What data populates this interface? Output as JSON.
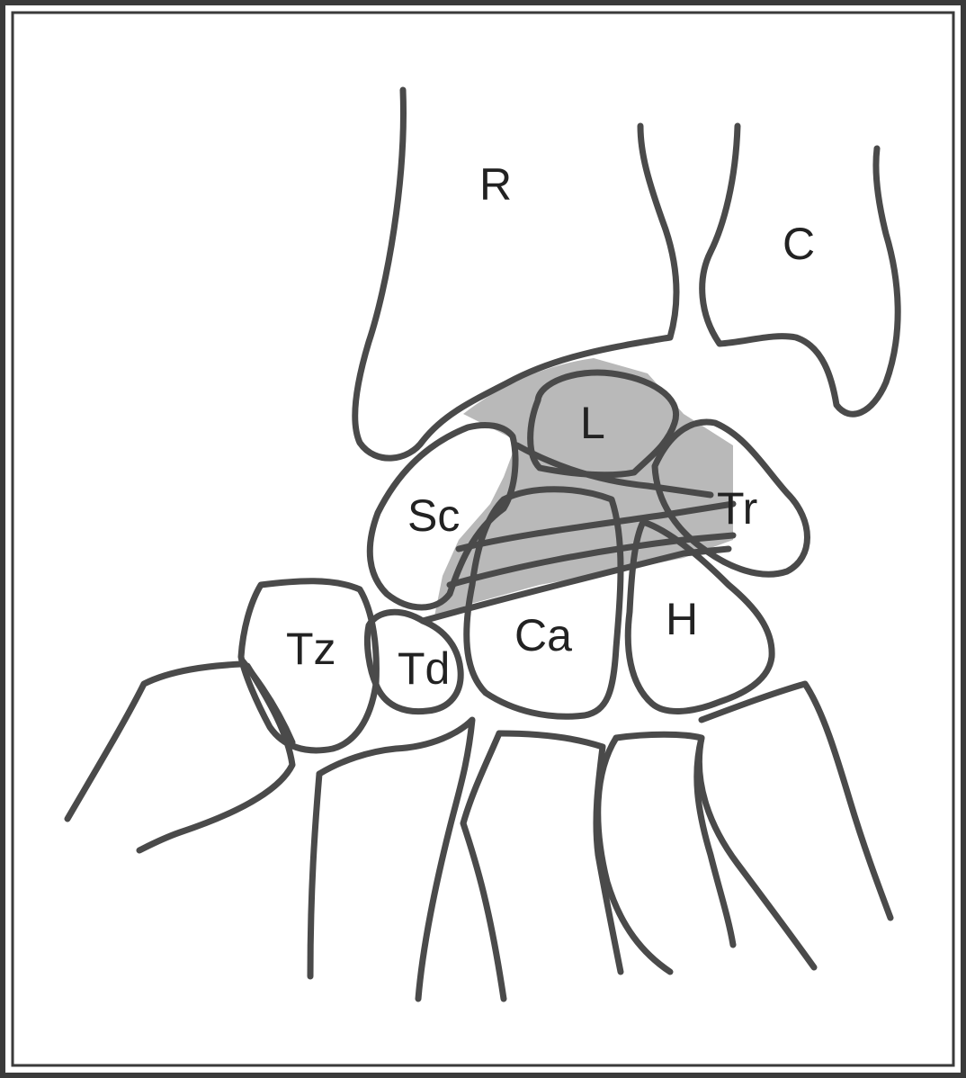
{
  "labels": {
    "radius": "R",
    "ulna": "C",
    "lunate": "L",
    "scaphoid": "Sc",
    "triquetrum": "Tr",
    "capitate": "Ca",
    "hamate": "H",
    "trapezium": "Tz",
    "trapezoid": "Td"
  },
  "colors": {
    "border": "#3a3a3a",
    "outline": "#4a4a4a",
    "shading": "#b9b9b9",
    "background": "#ffffff"
  }
}
